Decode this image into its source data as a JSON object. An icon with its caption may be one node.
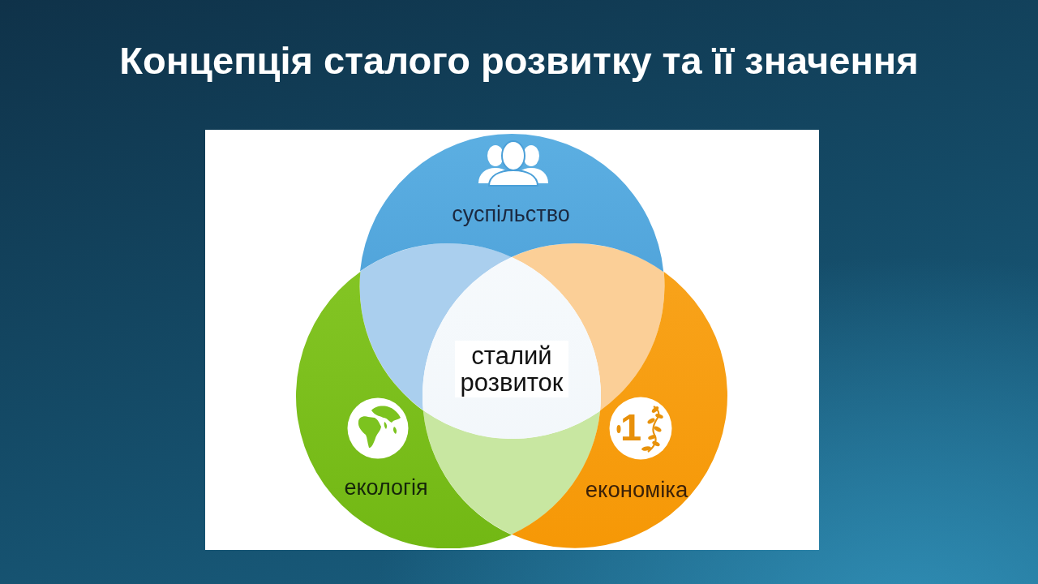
{
  "diagram": {
    "title": "Концепція сталого розвитку та її значення",
    "nodes": [
      {
        "text": [
          "суспільство"
        ]
      },
      {
        "text": [
          "екологія"
        ]
      },
      {
        "text": [
          "економіка"
        ]
      },
      {
        "text": [
          "сталий розвиток"
        ]
      }
    ],
    "edges": [],
    "labels": [
      "1"
    ]
  }
}
